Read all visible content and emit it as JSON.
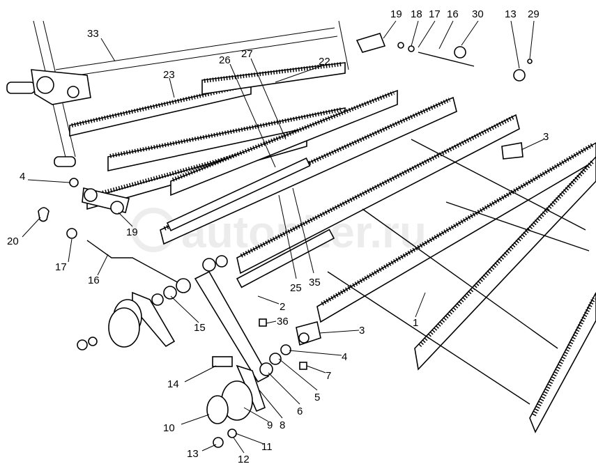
{
  "watermark": "autopiter.ru",
  "callouts": [
    {
      "id": "c33",
      "text": "33"
    },
    {
      "id": "c23",
      "text": "23"
    },
    {
      "id": "c26",
      "text": "26"
    },
    {
      "id": "c27",
      "text": "27"
    },
    {
      "id": "c22",
      "text": "22"
    },
    {
      "id": "c19a",
      "text": "19"
    },
    {
      "id": "c18",
      "text": "18"
    },
    {
      "id": "c17a",
      "text": "17"
    },
    {
      "id": "c16a",
      "text": "16"
    },
    {
      "id": "c30",
      "text": "30"
    },
    {
      "id": "c13a",
      "text": "13"
    },
    {
      "id": "c29",
      "text": "29"
    },
    {
      "id": "c3a",
      "text": "3"
    },
    {
      "id": "c4a",
      "text": "4"
    },
    {
      "id": "c20",
      "text": "20"
    },
    {
      "id": "c19b",
      "text": "19"
    },
    {
      "id": "c17b",
      "text": "17"
    },
    {
      "id": "c16b",
      "text": "16"
    },
    {
      "id": "c2",
      "text": "2"
    },
    {
      "id": "c25",
      "text": "25"
    },
    {
      "id": "c35",
      "text": "35"
    },
    {
      "id": "c1",
      "text": "1"
    },
    {
      "id": "c15",
      "text": "15"
    },
    {
      "id": "c36",
      "text": "36"
    },
    {
      "id": "c3b",
      "text": "3"
    },
    {
      "id": "c4b",
      "text": "4"
    },
    {
      "id": "c7",
      "text": "7"
    },
    {
      "id": "c14",
      "text": "14"
    },
    {
      "id": "c5",
      "text": "5"
    },
    {
      "id": "c6",
      "text": "6"
    },
    {
      "id": "c8",
      "text": "8"
    },
    {
      "id": "c9",
      "text": "9"
    },
    {
      "id": "c10",
      "text": "10"
    },
    {
      "id": "c11",
      "text": "11"
    },
    {
      "id": "c12",
      "text": "12"
    },
    {
      "id": "c13b",
      "text": "13"
    }
  ]
}
